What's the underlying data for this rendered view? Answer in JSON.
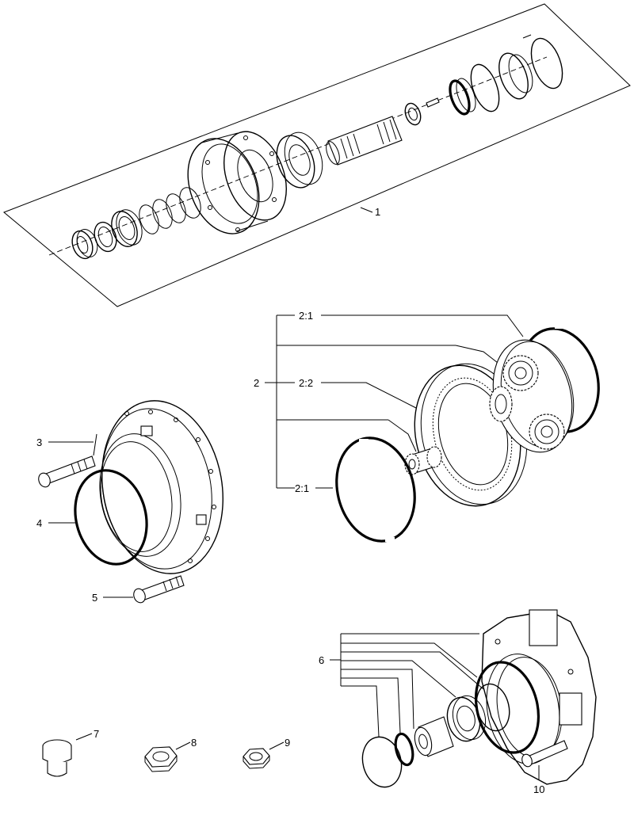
{
  "callouts": {
    "c1": "1",
    "c2": "2",
    "c2_1_top": "2:1",
    "c2_2": "2:2",
    "c2_1_bottom": "2:1",
    "c3": "3",
    "c4": "4",
    "c5": "5",
    "c6": "6",
    "c7": "7",
    "c8": "8",
    "c9": "9",
    "c10": "10"
  }
}
